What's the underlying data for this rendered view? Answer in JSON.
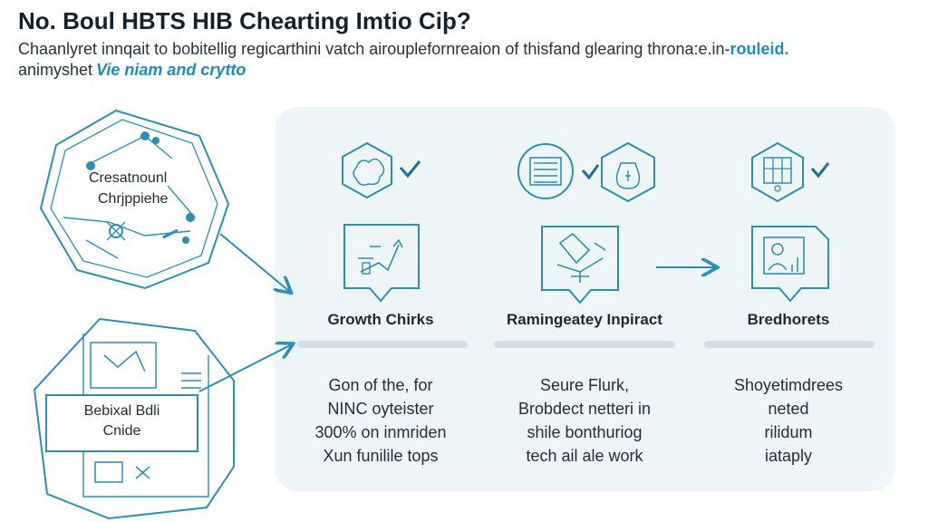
{
  "header": {
    "title": "No. Boul HBTS HIB Chearting Imtio Ciþ?",
    "subtitle_line1": "Chaanlyret innqait to bobitellig regicarthini vatch airouplefornreaion of thisfand glearing throna:e.in-",
    "subtitle_line1_accent": "rouleid.",
    "subtitle_line2": "animyshet",
    "subtitle_line2_accent": "Vie niam and crytto"
  },
  "left": {
    "network_label_line1": "Cresatnounl",
    "network_label_line2": "Chrjppiehe",
    "box_label_line1": "Bebixal Bdli",
    "box_label_line2": "Cnide"
  },
  "columns": [
    {
      "title": "Growth Chirks",
      "desc": [
        "Gon of the, for",
        "NINC oyteister",
        "300% on inmriden",
        "Xun funilile tops"
      ]
    },
    {
      "title": "Ramingeatey Inpiract",
      "desc": [
        "Seure Flurk,",
        "Brobdect netteri in",
        "shile bonthuriog",
        "tech ail ale work"
      ]
    },
    {
      "title": "Bredhorets",
      "desc": [
        "Shoyetimdrees",
        "neted",
        "rilidum",
        "iataply"
      ]
    }
  ],
  "colors": {
    "accent": "#1e8db8",
    "line": "#2a8fb4",
    "panel": "#eef5f9",
    "bar": "#d3dde3"
  },
  "icons": [
    "brain-hexagon-icon",
    "checkmark-icon",
    "document-hexagon-icon",
    "money-bag-hexagon-icon",
    "building-hexagon-icon",
    "growth-chart-icon",
    "handshake-icon",
    "analytics-screen-icon",
    "arrow-right-icon"
  ]
}
